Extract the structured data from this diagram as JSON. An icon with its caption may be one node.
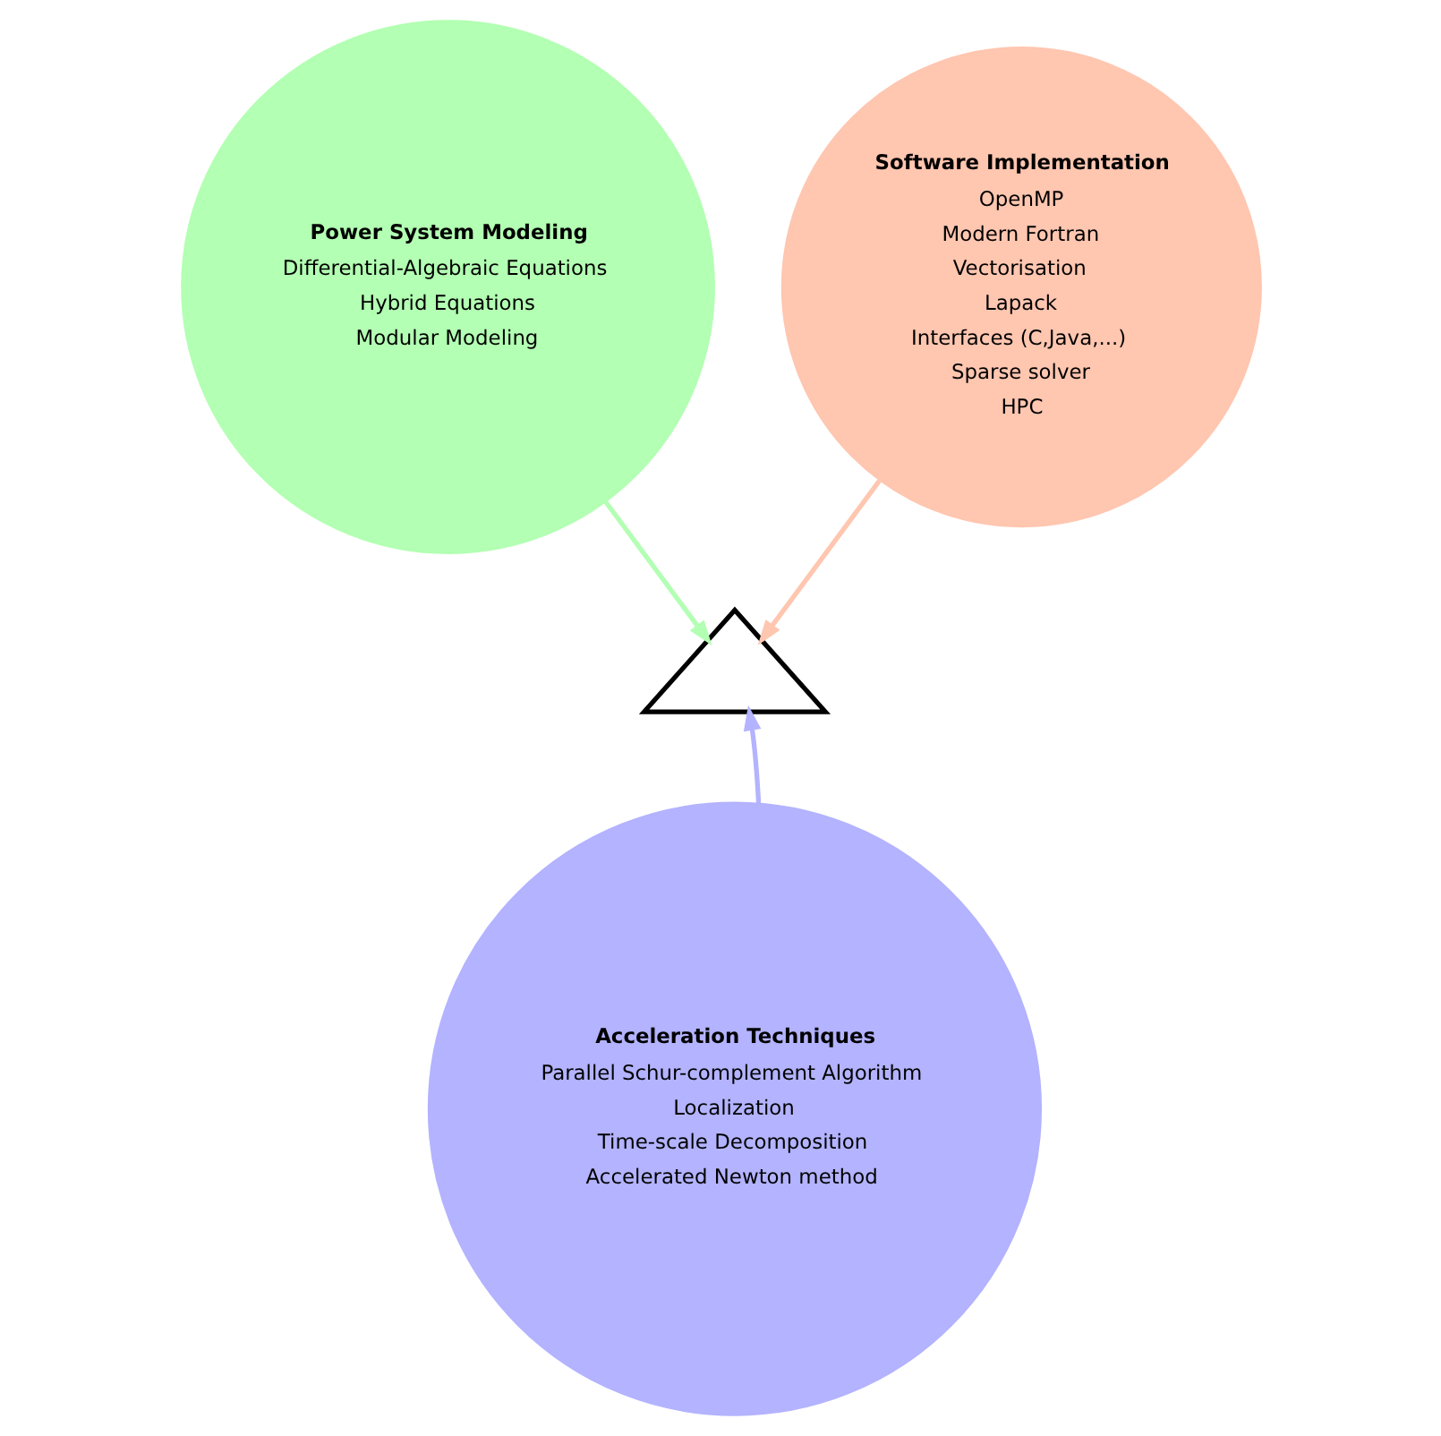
{
  "diagram": {
    "nodes": [
      {
        "text": [
          "Power System Modeling",
          "Differential-Algebraic Equations",
          "Hybrid Equations",
          "Modular Modeling"
        ]
      },
      {
        "text": [
          "Software Implementation",
          "OpenMP",
          "Modern Fortran",
          "Vectorisation",
          "Lapack",
          "Interfaces (C,Java,...)",
          "Sparse solver",
          "HPC"
        ]
      },
      {
        "text": [],
        "shape": "triangle"
      },
      {
        "text": [
          "Acceleration Techniques",
          "Parallel Schur-complement Algorithm",
          "Localization",
          "Time-scale Decomposition",
          "Accelerated Newton method"
        ]
      }
    ],
    "edges": [
      {
        "from": 0,
        "to": 2,
        "arrow": "to",
        "color": "#b3ffb3"
      },
      {
        "from": 1,
        "to": 2,
        "arrow": "to",
        "color": "#ffc6b0"
      },
      {
        "from": 3,
        "to": 2,
        "arrow": "to",
        "color": "#b3b3ff"
      }
    ]
  }
}
